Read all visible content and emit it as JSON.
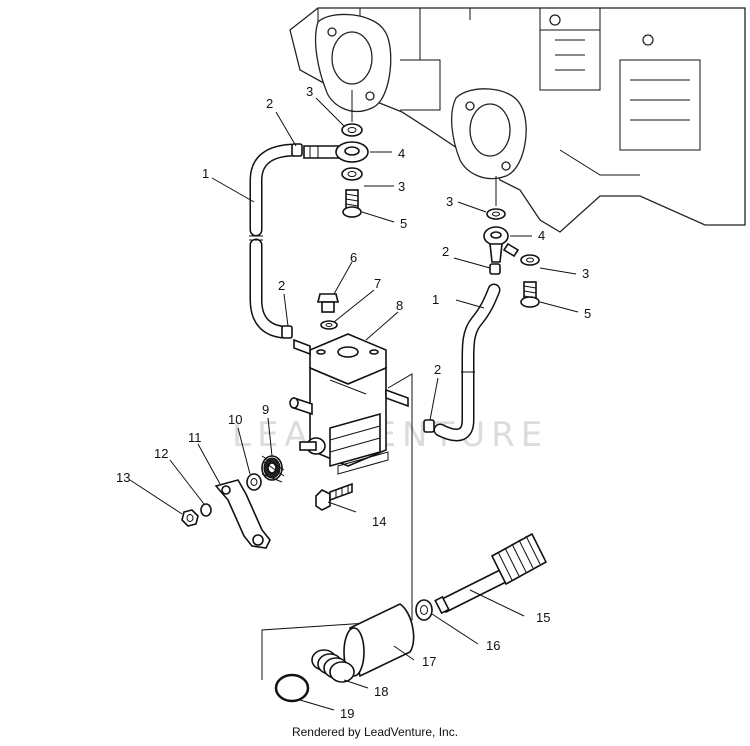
{
  "diagram": {
    "callouts": [
      {
        "id": "c1a",
        "text": "1"
      },
      {
        "id": "c1b",
        "text": "1"
      },
      {
        "id": "c2a",
        "text": "2"
      },
      {
        "id": "c2b",
        "text": "2"
      },
      {
        "id": "c2c",
        "text": "2"
      },
      {
        "id": "c2d",
        "text": "2"
      },
      {
        "id": "c3a",
        "text": "3"
      },
      {
        "id": "c3b",
        "text": "3"
      },
      {
        "id": "c3c",
        "text": "3"
      },
      {
        "id": "c3d",
        "text": "3"
      },
      {
        "id": "c4a",
        "text": "4"
      },
      {
        "id": "c4b",
        "text": "4"
      },
      {
        "id": "c5a",
        "text": "5"
      },
      {
        "id": "c5b",
        "text": "5"
      },
      {
        "id": "c6",
        "text": "6"
      },
      {
        "id": "c7",
        "text": "7"
      },
      {
        "id": "c8",
        "text": "8"
      },
      {
        "id": "c9",
        "text": "9"
      },
      {
        "id": "c10",
        "text": "10"
      },
      {
        "id": "c11",
        "text": "11"
      },
      {
        "id": "c12",
        "text": "12"
      },
      {
        "id": "c13",
        "text": "13"
      },
      {
        "id": "c14",
        "text": "14"
      },
      {
        "id": "c15",
        "text": "15"
      },
      {
        "id": "c16",
        "text": "16"
      },
      {
        "id": "c17",
        "text": "17"
      },
      {
        "id": "c18",
        "text": "18"
      },
      {
        "id": "c19",
        "text": "19"
      }
    ],
    "watermark": "LEADVENTURE",
    "footer": "Rendered by LeadVenture, Inc."
  }
}
